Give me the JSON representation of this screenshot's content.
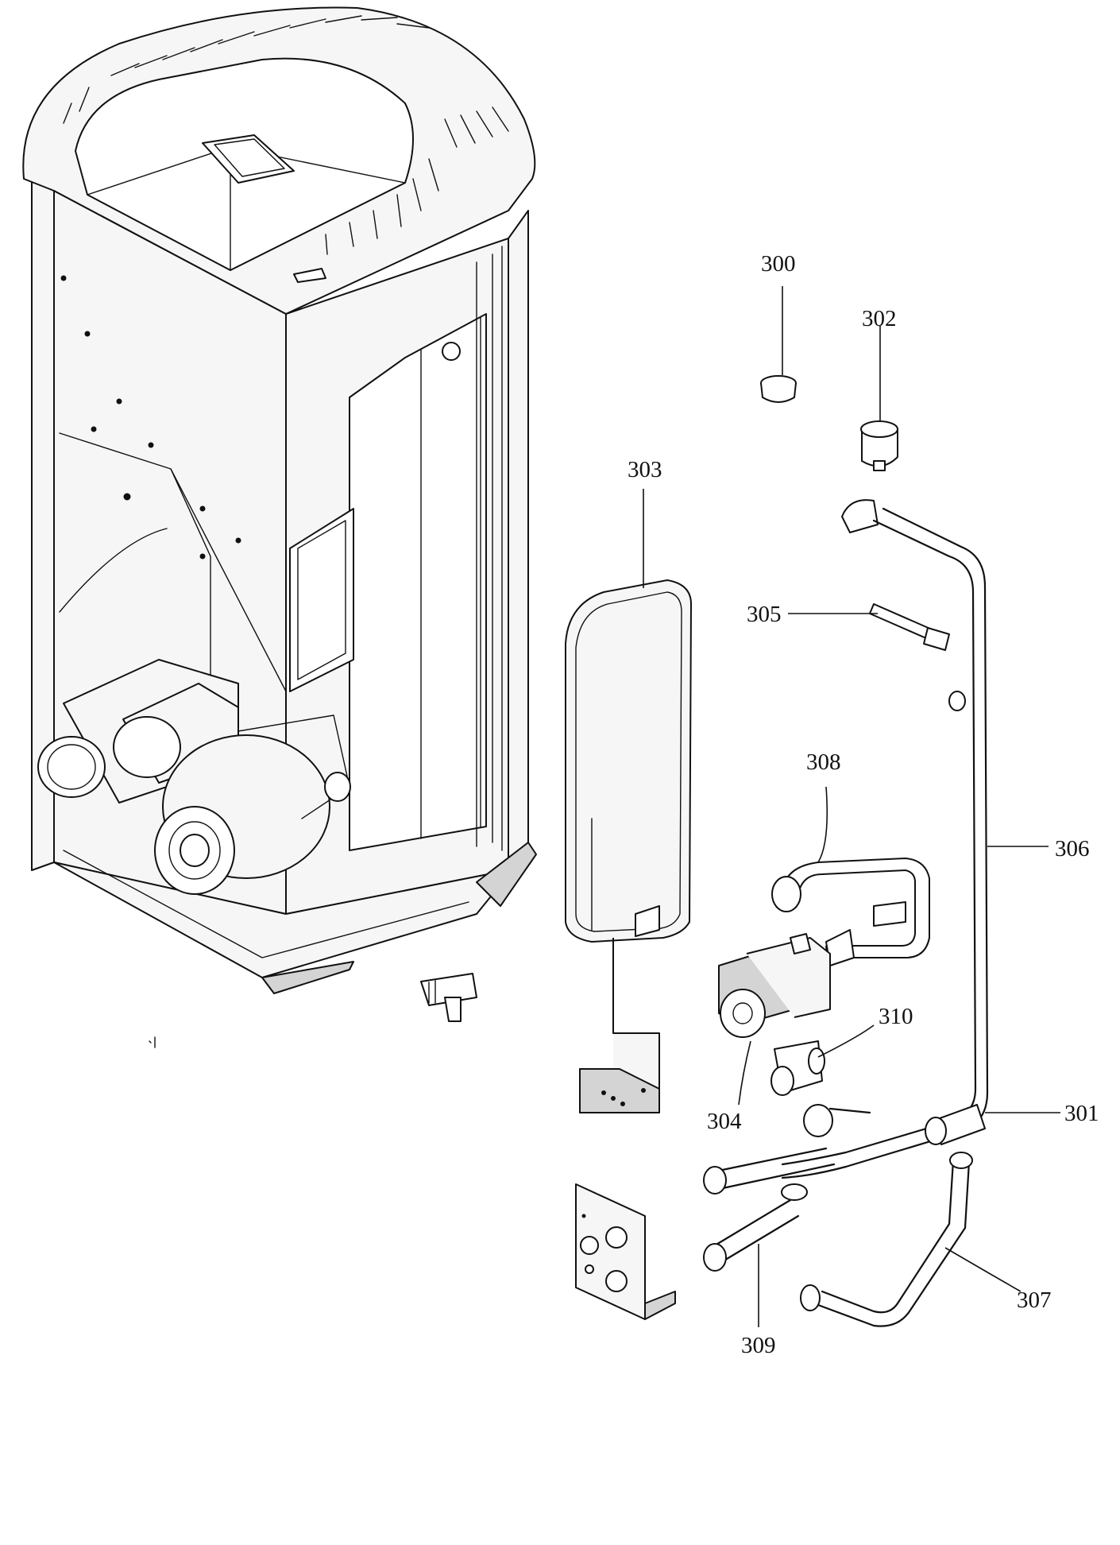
{
  "labels": [
    {
      "id": "300",
      "text": "300"
    },
    {
      "id": "301",
      "text": "301"
    },
    {
      "id": "302",
      "text": "302"
    },
    {
      "id": "303",
      "text": "303"
    },
    {
      "id": "304",
      "text": "304"
    },
    {
      "id": "305",
      "text": "305"
    },
    {
      "id": "306",
      "text": "306"
    },
    {
      "id": "307",
      "text": "307"
    },
    {
      "id": "308",
      "text": "308"
    },
    {
      "id": "309",
      "text": "309"
    },
    {
      "id": "310",
      "text": "310"
    }
  ]
}
